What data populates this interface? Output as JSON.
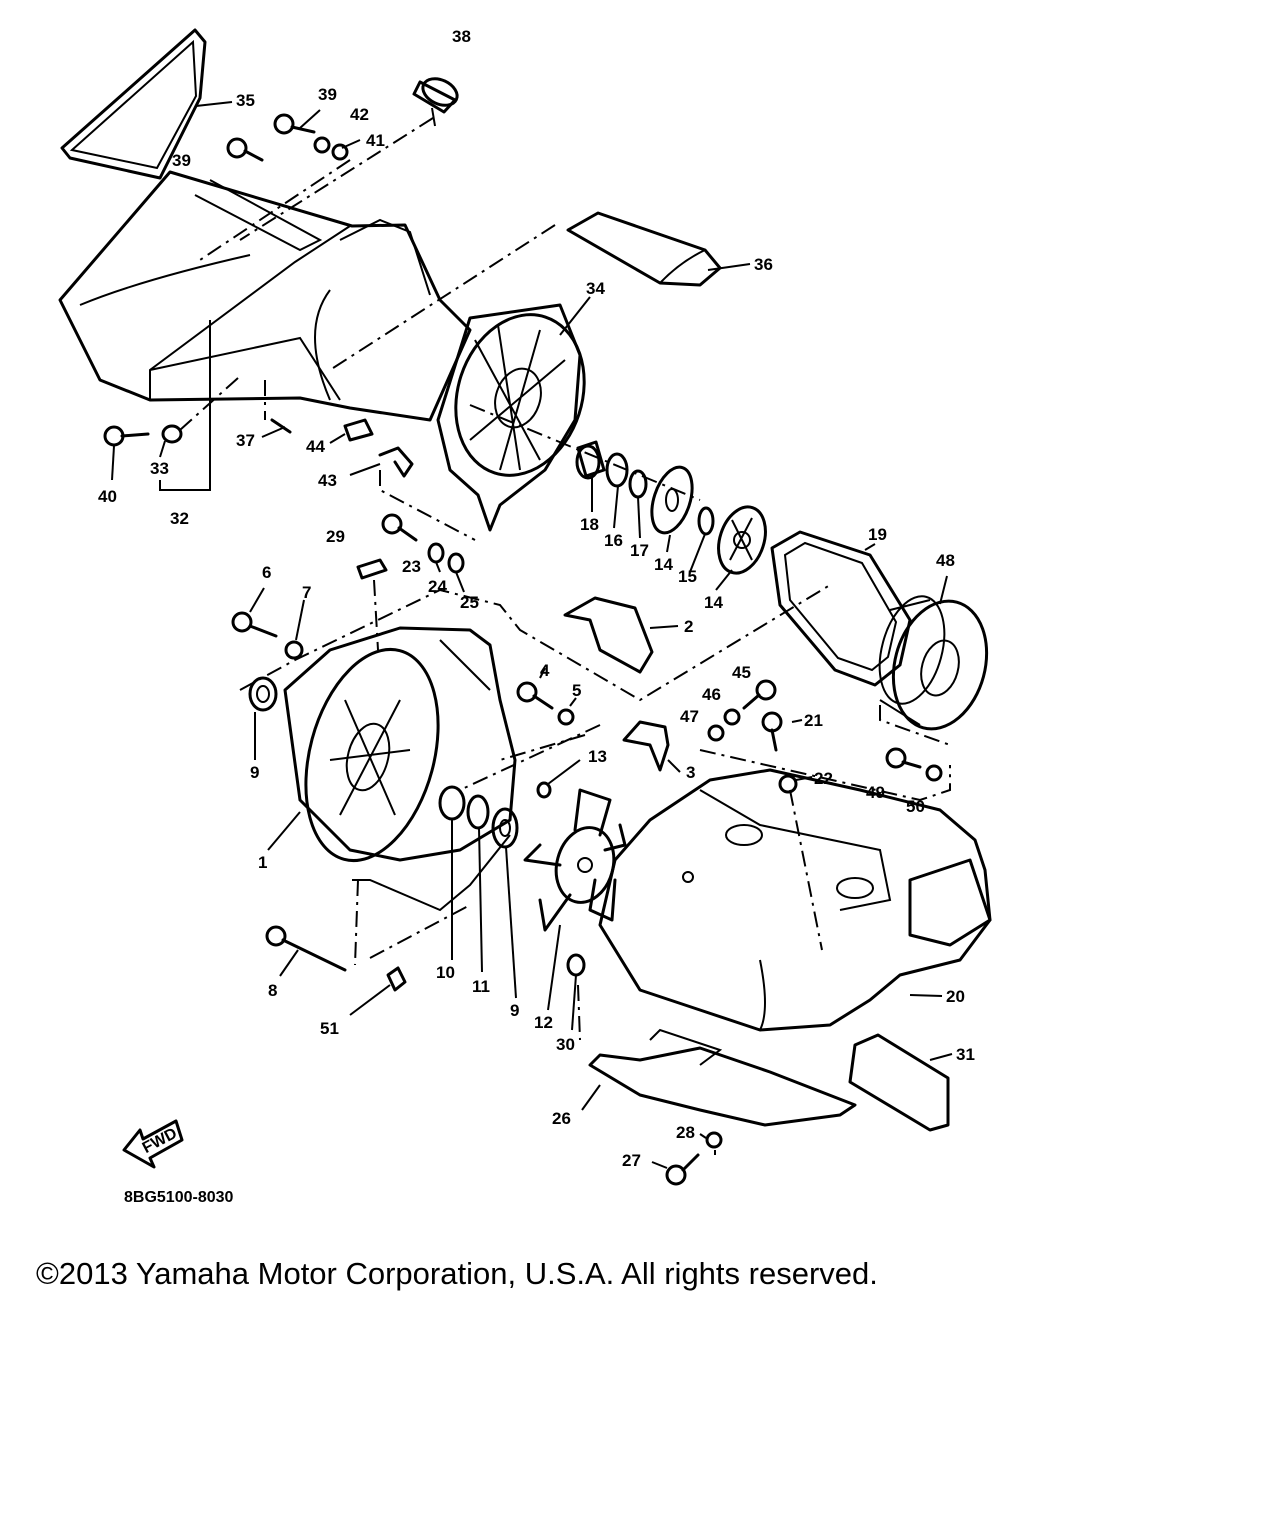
{
  "diagram": {
    "code": "8BG5100-8030",
    "fwd_label": "FWD",
    "callouts": [
      {
        "id": "c38",
        "text": "38"
      },
      {
        "id": "c35",
        "text": "35"
      },
      {
        "id": "c39a",
        "text": "39"
      },
      {
        "id": "c42",
        "text": "42"
      },
      {
        "id": "c41",
        "text": "41"
      },
      {
        "id": "c39b",
        "text": "39"
      },
      {
        "id": "c36",
        "text": "36"
      },
      {
        "id": "c34",
        "text": "34"
      },
      {
        "id": "c37",
        "text": "37"
      },
      {
        "id": "c44",
        "text": "44"
      },
      {
        "id": "c43",
        "text": "43"
      },
      {
        "id": "c40",
        "text": "40"
      },
      {
        "id": "c33",
        "text": "33"
      },
      {
        "id": "c32",
        "text": "32"
      },
      {
        "id": "c18",
        "text": "18"
      },
      {
        "id": "c16",
        "text": "16"
      },
      {
        "id": "c17",
        "text": "17"
      },
      {
        "id": "c14a",
        "text": "14"
      },
      {
        "id": "c15",
        "text": "15"
      },
      {
        "id": "c14b",
        "text": "14"
      },
      {
        "id": "c19",
        "text": "19"
      },
      {
        "id": "c48",
        "text": "48"
      },
      {
        "id": "c29",
        "text": "29"
      },
      {
        "id": "c23",
        "text": "23"
      },
      {
        "id": "c24",
        "text": "24"
      },
      {
        "id": "c25",
        "text": "25"
      },
      {
        "id": "c6",
        "text": "6"
      },
      {
        "id": "c7",
        "text": "7"
      },
      {
        "id": "c2",
        "text": "2"
      },
      {
        "id": "c4",
        "text": "4"
      },
      {
        "id": "c5",
        "text": "5"
      },
      {
        "id": "c45",
        "text": "45"
      },
      {
        "id": "c46",
        "text": "46"
      },
      {
        "id": "c47",
        "text": "47"
      },
      {
        "id": "c21",
        "text": "21"
      },
      {
        "id": "c9a",
        "text": "9"
      },
      {
        "id": "c13",
        "text": "13"
      },
      {
        "id": "c3",
        "text": "3"
      },
      {
        "id": "c22",
        "text": "22"
      },
      {
        "id": "c49",
        "text": "49"
      },
      {
        "id": "c50",
        "text": "50"
      },
      {
        "id": "c1",
        "text": "1"
      },
      {
        "id": "c20",
        "text": "20"
      },
      {
        "id": "c8",
        "text": "8"
      },
      {
        "id": "c10",
        "text": "10"
      },
      {
        "id": "c11",
        "text": "11"
      },
      {
        "id": "c9b",
        "text": "9"
      },
      {
        "id": "c12",
        "text": "12"
      },
      {
        "id": "c30",
        "text": "30"
      },
      {
        "id": "c51",
        "text": "51"
      },
      {
        "id": "c31",
        "text": "31"
      },
      {
        "id": "c26",
        "text": "26"
      },
      {
        "id": "c28",
        "text": "28"
      },
      {
        "id": "c27",
        "text": "27"
      }
    ]
  },
  "footer": {
    "copyright": "©2013 Yamaha Motor Corporation, U.S.A. All rights reserved."
  }
}
